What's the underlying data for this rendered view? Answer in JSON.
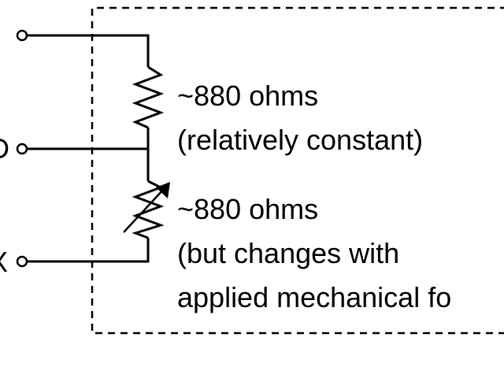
{
  "resistors": [
    {
      "value": "~880 ohms",
      "note": "(relatively constant)"
    },
    {
      "value": "~880 ohms",
      "note_line1": "(but changes with",
      "note_line2": "applied mechanical fo"
    }
  ],
  "terminals": [
    {
      "label": "D"
    },
    {
      "label": "X"
    }
  ],
  "colors": {
    "ink": "#000000",
    "background": "#ffffff"
  }
}
